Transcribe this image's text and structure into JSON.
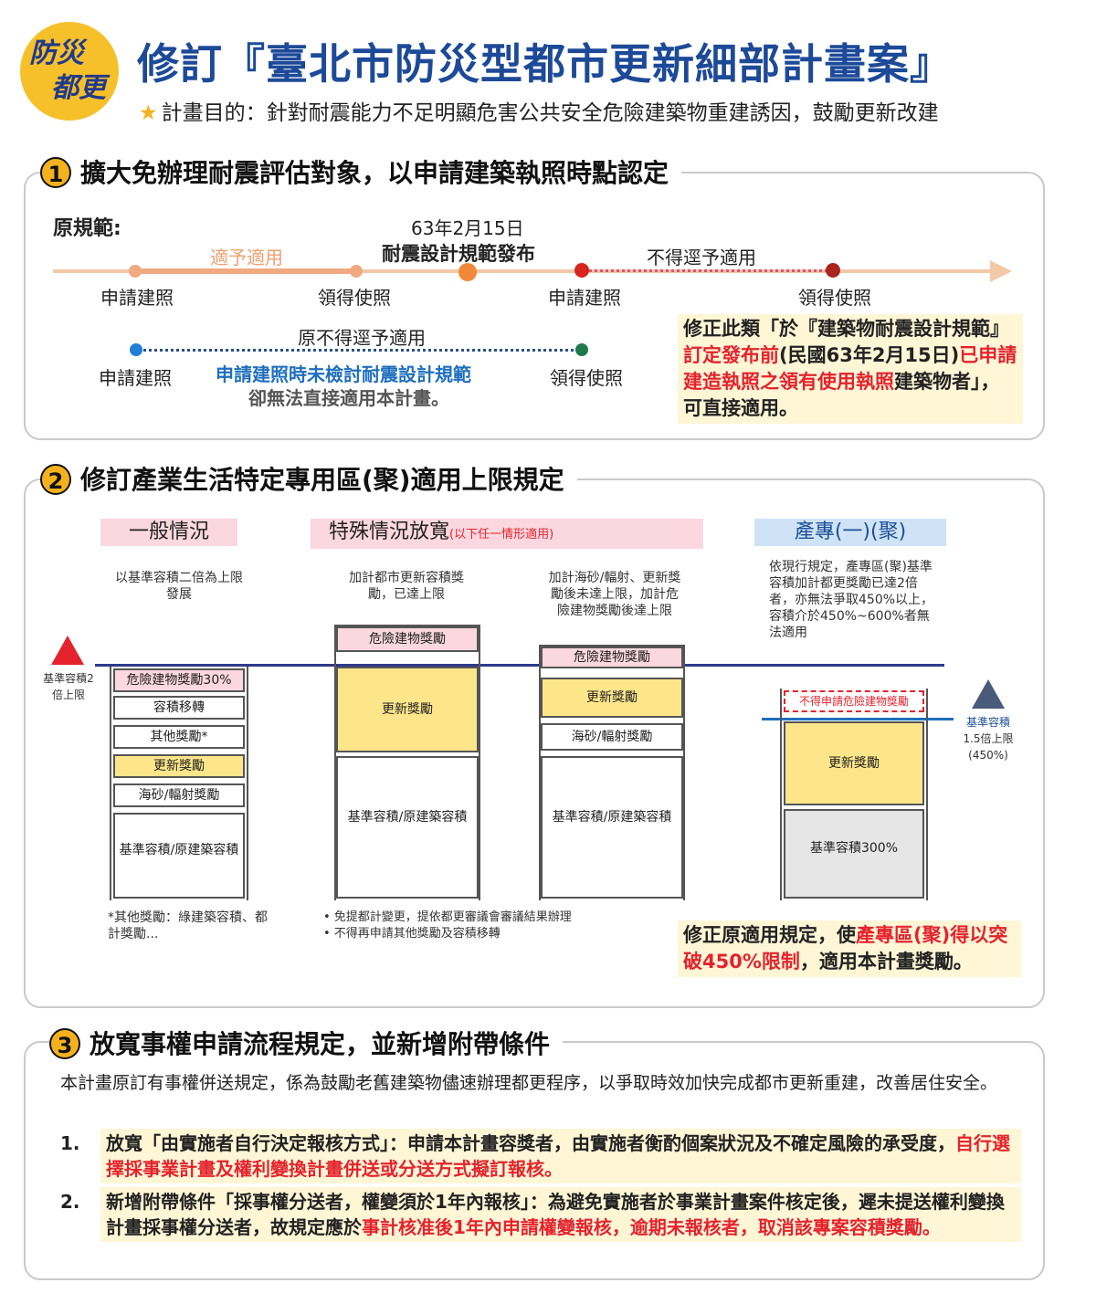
{
  "header": {
    "logo_text_1": "防災",
    "logo_text_2": "都更",
    "title": "修訂『臺北市防災型都市更新細部計畫案』",
    "purpose": "計畫目的：針對耐震能力不足明顯危害公共安全危險建築物重建誘因，鼓勵更新改建"
  },
  "section1": {
    "number": "1",
    "heading": "擴大免辦理耐震評估對象，以申請建築執照時點認定",
    "orig_label": "原規範:",
    "date_label": "63年2月15日",
    "date_event": "耐震設計規範發布",
    "left_segment": "適予適用",
    "right_segment": "不得逕予適用",
    "nodes": [
      "申請建照",
      "領得使照",
      "申請建照",
      "領得使照"
    ],
    "lower_segment": "原不得逕予適用",
    "lower_nodes": [
      "申請建照",
      "領得使照"
    ],
    "lower_desc_1": "申請建照時未檢討耐震設計規範",
    "lower_desc_2": "卻無法直接適用本計畫。",
    "note": {
      "p1": "修正此類「於『建築物耐震設計規範』",
      "p2": "訂定發布前",
      "p3": "(民國63年2月15日)",
      "p4": "已申請建造執照之領有使用執照",
      "p5": "建築物者」，可直接適用。"
    }
  },
  "section2": {
    "number": "2",
    "heading": "修訂產業生活特定專用區(聚)適用上限規定",
    "col1_title": "一般情況",
    "col2_title": "特殊情況放寬",
    "col2_sub": "(以下任一情形適用)",
    "col4_title": "產專(一)(聚)",
    "col1_desc": "以基準容積二倍為上限發展",
    "col2_desc": "加計都市更新容積獎勵，已達上限",
    "col3_desc": "加計海砂/輻射、更新獎勵後未達上限，加計危險建物獎勵後達上限",
    "col4_desc": "依現行規定，產專區(聚)基準容積加計都更獎勵已達2倍者，亦無法爭取450%以上，容積介於450%~600%者無法適用",
    "left_warn": "基準容積2倍上限",
    "right_warn_1": "基準容積",
    "right_warn_2": "1.5倍上限",
    "right_warn_3": "(450%)",
    "col1_bars": [
      "危險建物獎勵30%",
      "容積移轉",
      "其他獎勵*",
      "更新獎勵",
      "海砂/輻射獎勵",
      "基準容積/原建築容積"
    ],
    "col2_bars": [
      "危險建物獎勵",
      "更新獎勵",
      "基準容積/原建築容積"
    ],
    "col3_bars": [
      "危險建物獎勵",
      "更新獎勵",
      "海砂/輻射獎勵",
      "基準容積/原建築容積"
    ],
    "col4_bars": [
      "不得申請危險建物獎勵",
      "更新獎勵",
      "基準容積300%"
    ],
    "foot1": "*其他獎勵：綠建築容積、都計獎勵...",
    "foot2_1": "• 免提都計變更，提依都更審議會審議結果辦理",
    "foot2_2": "• 不得再申請其他獎勵及容積移轉",
    "note": {
      "p1": "修正原適用規定，使",
      "p2": "產專區(聚)得以突破450%限制",
      "p3": "，適用本計畫獎勵。"
    }
  },
  "section3": {
    "number": "3",
    "heading": "放寬事權申請流程規定，並新增附帶條件",
    "intro": "本計畫原訂有事權併送規定，係為鼓勵老舊建築物儘速辦理都更程序，以爭取時效加快完成都市更新重建，改善居住安全。",
    "item1_num": "1.",
    "item1_a": "放寬「由實施者自行決定報核方式」：申請本計畫容獎者，由實施者衡酌個案狀況及不確定風險的承受度，",
    "item1_b": "自行選擇採事業計畫及權利變換計畫併送或分送方式擬訂報核。",
    "item2_num": "2.",
    "item2_a": "新增附帶條件「採事權分送者，權變須於1年內報核」：為避免實施者於事業計畫案件核定後，遲未提送權利變換計畫採事權分送者，故規定應於",
    "item2_b": "事計核准後1年內申請權變報核，逾期未報核者，取消該專案容積獎勵。"
  },
  "colors": {
    "title_blue": "#1d4a98",
    "accent_yellow": "#f3b21d",
    "red": "#e4232e",
    "blue": "#1f6fbf",
    "note_bg": "#fff6d6"
  }
}
